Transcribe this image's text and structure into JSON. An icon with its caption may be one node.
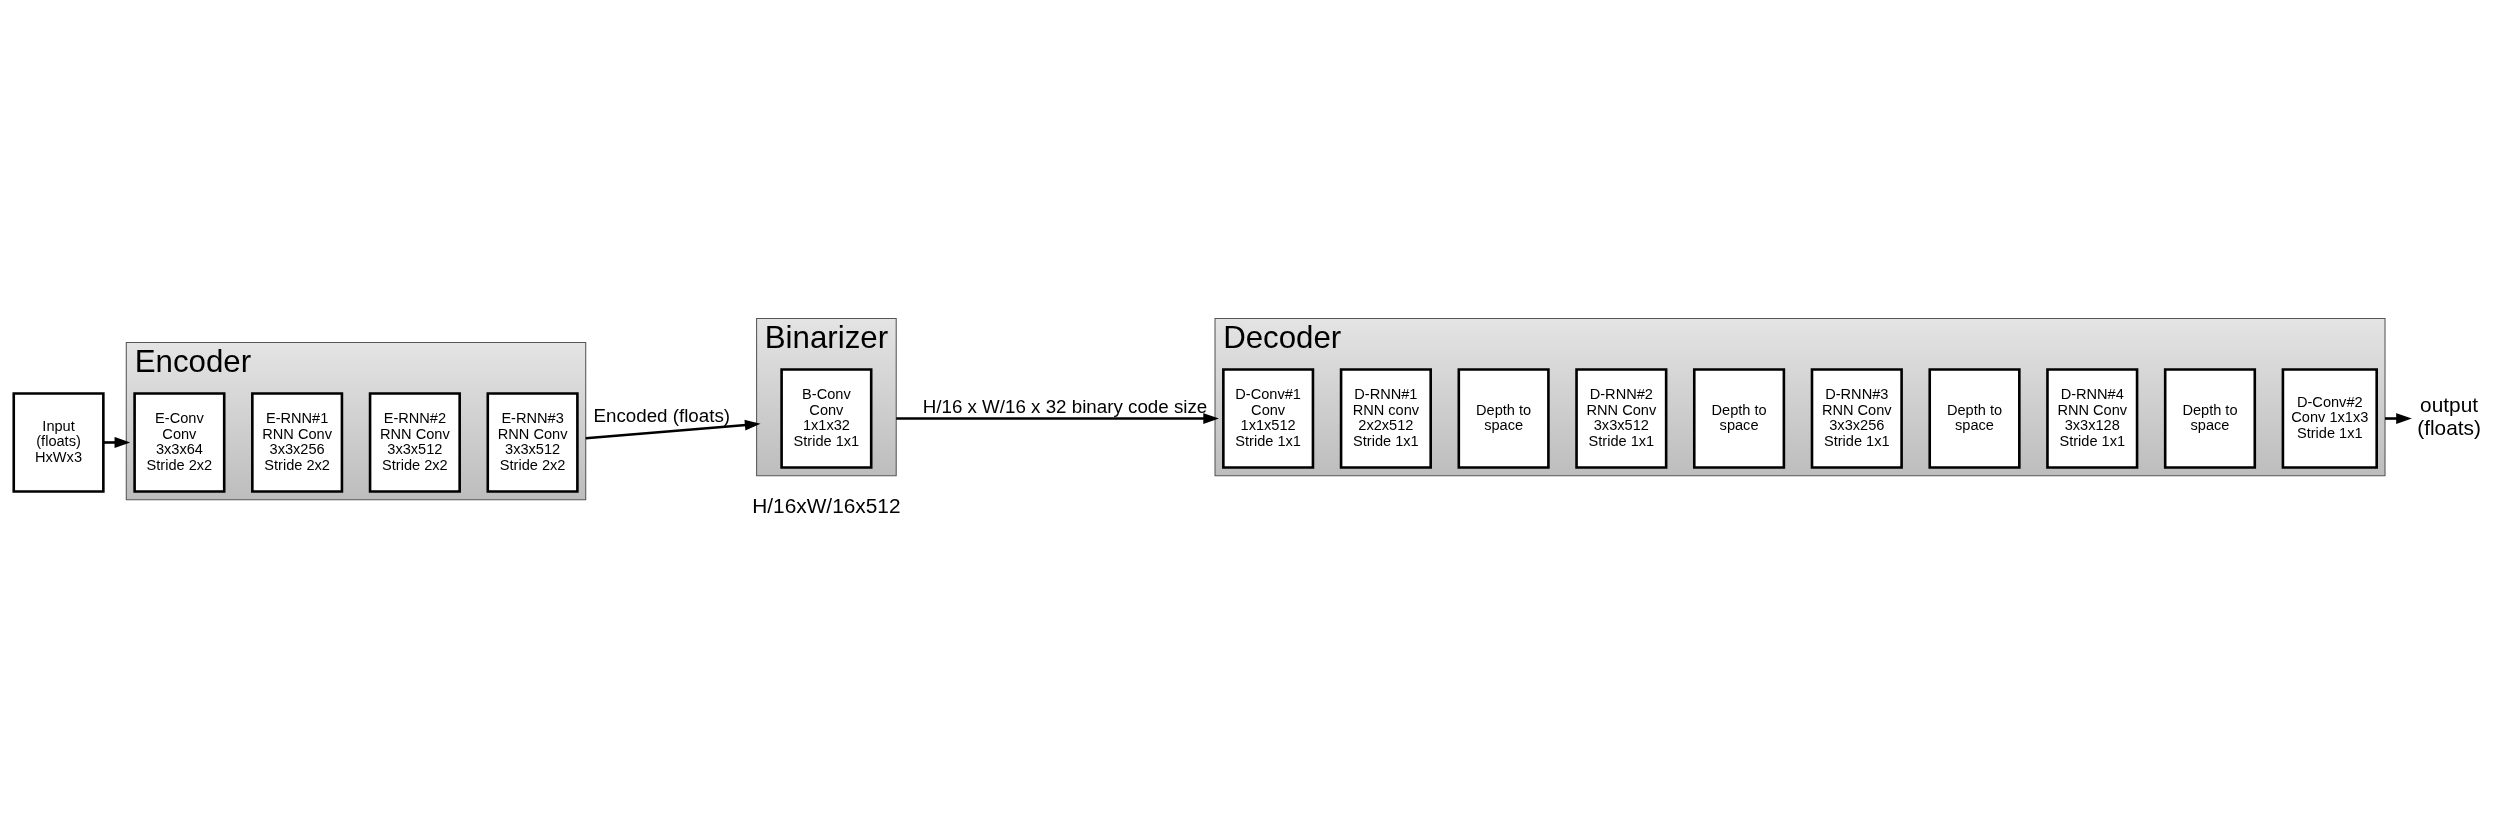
{
  "diagram": {
    "nodes": [
      {
        "text": [
          "Input (floats) HxWx3"
        ]
      },
      {
        "text": [
          "Encoder"
        ]
      },
      {
        "text": [
          "E-Conv Conv 3x3x64 Stride 2x2"
        ],
        "in": 1
      },
      {
        "text": [
          "E-RNN#1 RNN Conv 3x3x256 Stride 2x2"
        ],
        "in": 1
      },
      {
        "text": [
          "E-RNN#2 RNN Conv 3x3x512 Stride 2x2"
        ],
        "in": 1
      },
      {
        "text": [
          "E-RNN#3 RNN Conv 3x3x512 Stride 2x2"
        ],
        "in": 1
      },
      {
        "text": [
          "Binarizer"
        ]
      },
      {
        "text": [
          "B-Conv Conv 1x1x32 Stride 1x1"
        ],
        "in": 6
      },
      {
        "text": [
          "Decoder"
        ]
      },
      {
        "text": [
          "D-Conv#1 Conv 1x1x512 Stride 1x1"
        ],
        "in": 8
      },
      {
        "text": [
          "D-RNN#1 RNN conv 2x2x512 Stride 1x1"
        ],
        "in": 8
      },
      {
        "text": [
          "Depth to space"
        ],
        "in": 8
      },
      {
        "text": [
          "D-RNN#2 RNN Conv 3x3x512 Stride 1x1"
        ],
        "in": 8
      },
      {
        "text": [
          "Depth to space"
        ],
        "in": 8
      },
      {
        "text": [
          "D-RNN#3 RNN Conv 3x3x256 Stride 1x1"
        ],
        "in": 8
      },
      {
        "text": [
          "Depth to space"
        ],
        "in": 8
      },
      {
        "text": [
          "D-RNN#4 RNN Conv 3x3x128 Stride 1x1"
        ],
        "in": 8
      },
      {
        "text": [
          "Depth to space"
        ],
        "in": 8
      },
      {
        "text": [
          "D-Conv#2 Conv 1x1x3 Stride 1x1"
        ],
        "in": 8
      },
      {
        "text": [
          "output (floats)"
        ]
      }
    ],
    "edges": [
      {
        "from": 0,
        "to": 1,
        "arrow": "to"
      },
      {
        "from": 1,
        "to": 6,
        "arrow": "to",
        "label": "Encoded (floats)"
      },
      {
        "from": 6,
        "to": 8,
        "arrow": "to",
        "label": "H/16 x W/16 x 32 binary code size"
      },
      {
        "from": 8,
        "to": 19,
        "arrow": "to"
      }
    ],
    "labels": [
      "H/16xW/16x512"
    ]
  }
}
